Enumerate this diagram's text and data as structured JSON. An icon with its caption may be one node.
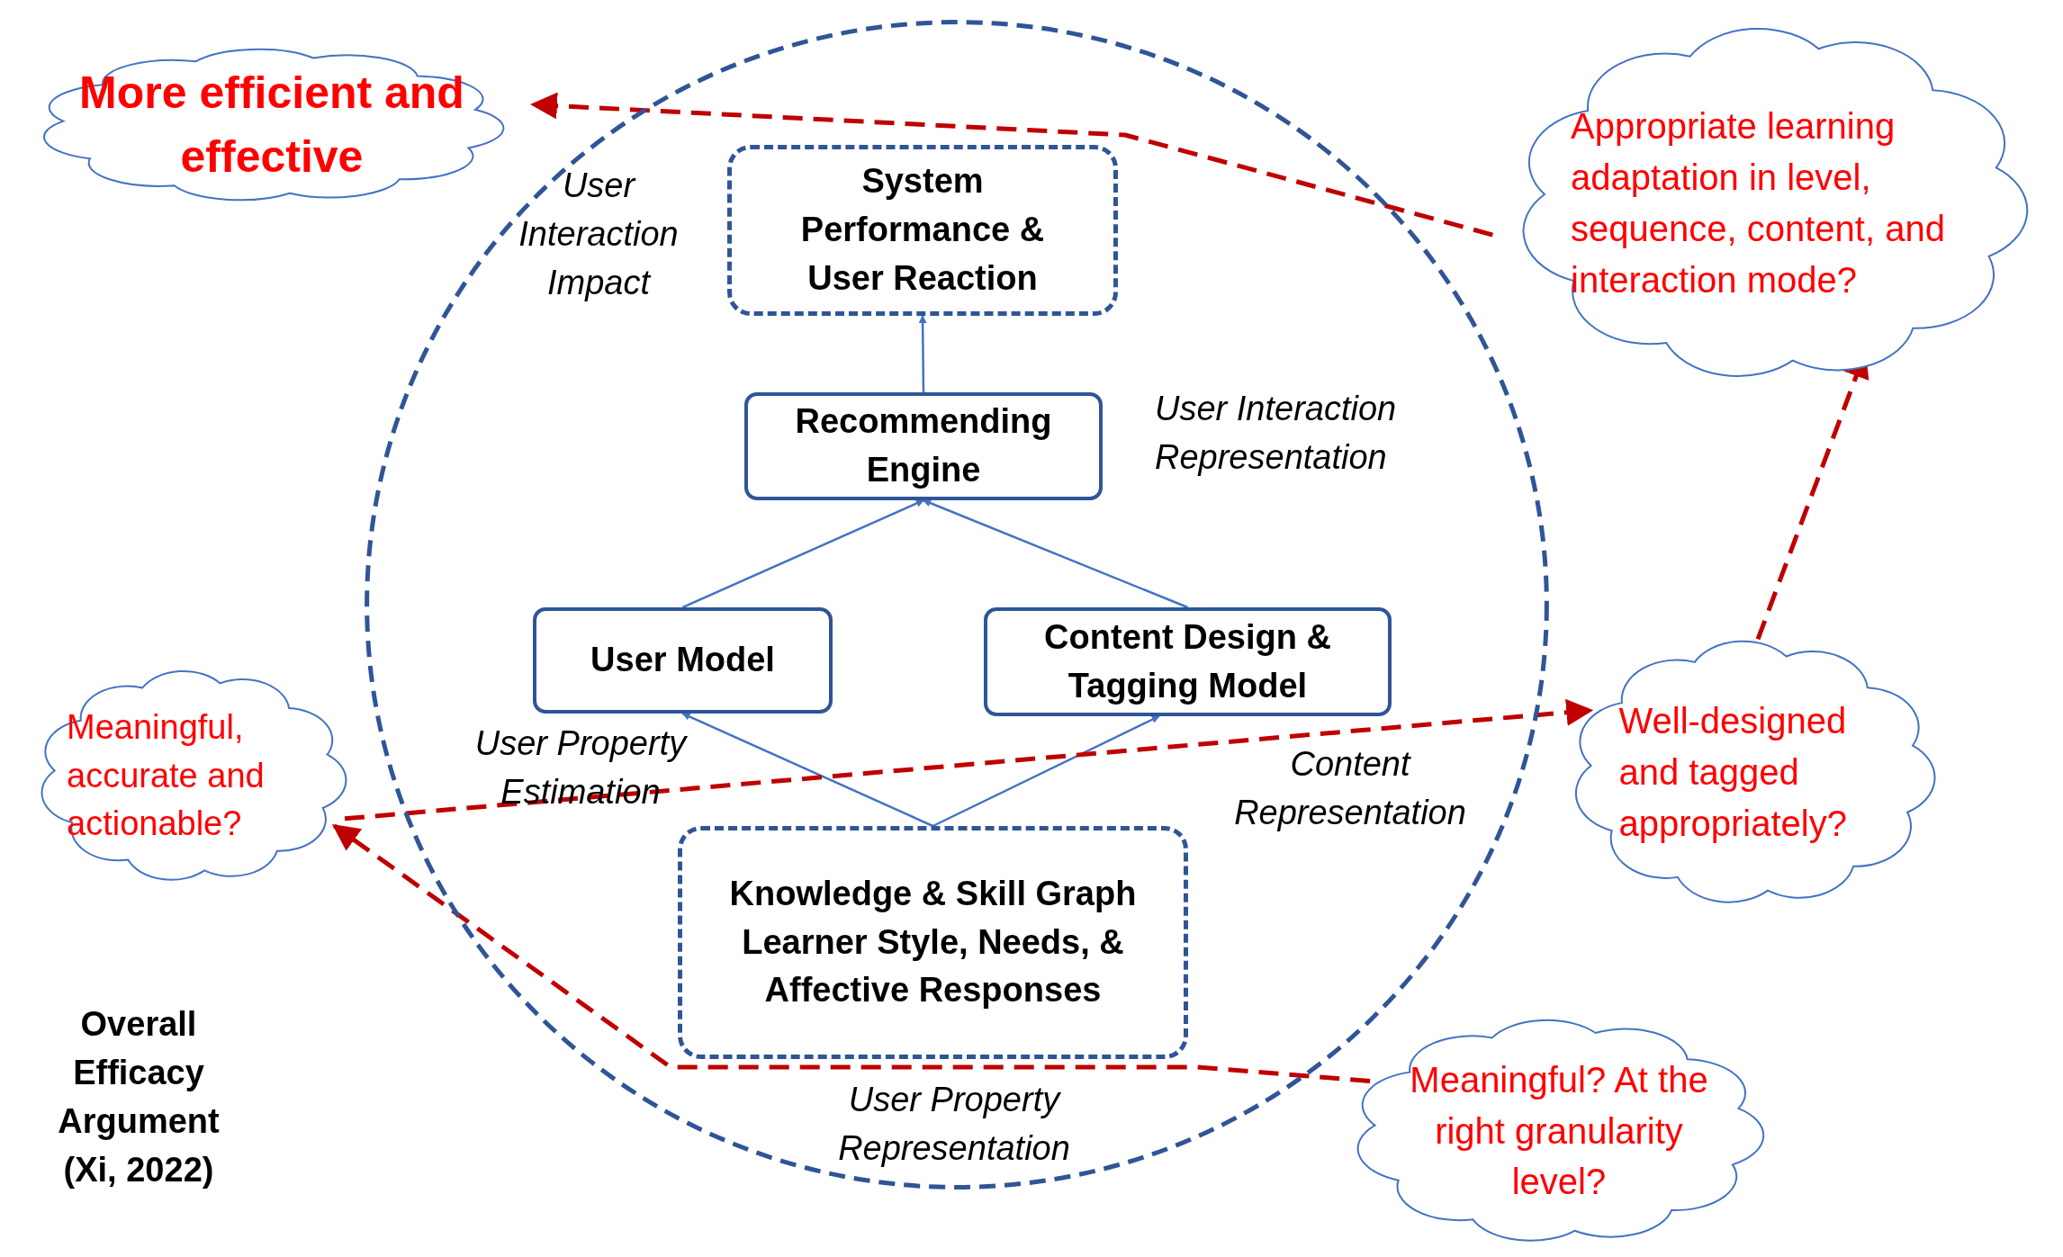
{
  "diagram": {
    "nodes": [
      {
        "text": [],
        "shape": "circle"
      },
      {
        "text": [
          "More efficient and effective"
        ]
      },
      {
        "text": [
          "System Performance & User Reaction"
        ],
        "in": 0
      },
      {
        "text": [
          "Appropriate learning adaptation in level, sequence, content, and interaction mode?"
        ]
      },
      {
        "text": [
          "Recommending Engine"
        ],
        "in": 0
      },
      {
        "text": [
          "User Model"
        ],
        "in": 0
      },
      {
        "text": [
          "Content Design & Tagging Model"
        ],
        "in": 0
      },
      {
        "text": [
          "Meaningful, accurate and actionable?"
        ]
      },
      {
        "text": [
          "Well-designed and tagged appropriately?"
        ]
      },
      {
        "text": [
          "Knowledge & Skill Graph",
          "Learner Style, Needs, & Affective Responses"
        ],
        "in": 0
      },
      {
        "text": [
          "Meaningful? At the right granularity level?"
        ]
      }
    ],
    "edges": [
      {
        "from": 4,
        "to": 2,
        "arrow": "to"
      },
      {
        "from": 5,
        "to": 4,
        "arrow": "to"
      },
      {
        "from": 6,
        "to": 4,
        "arrow": "to"
      },
      {
        "from": 9,
        "to": 5,
        "arrow": "to"
      },
      {
        "from": 9,
        "to": 6,
        "arrow": "to"
      },
      {
        "from": 3,
        "to": 1,
        "arrow": "to",
        "style": "dashed",
        "color": "#c00000"
      },
      {
        "from": 7,
        "to": 8,
        "arrow": "to",
        "style": "dashed",
        "color": "#c00000"
      },
      {
        "from": 10,
        "to": 7,
        "arrow": "to",
        "style": "dashed",
        "color": "#c00000"
      },
      {
        "from": 8,
        "to": 3,
        "arrow": "to",
        "style": "dashed",
        "color": "#c00000"
      }
    ],
    "labels": [
      "User Interaction Impact",
      "User Interaction Representation",
      "User Property Estimation",
      "Content Representation",
      "User Property Representation",
      "Overall Efficacy Argument (Xi, 2022)"
    ]
  }
}
